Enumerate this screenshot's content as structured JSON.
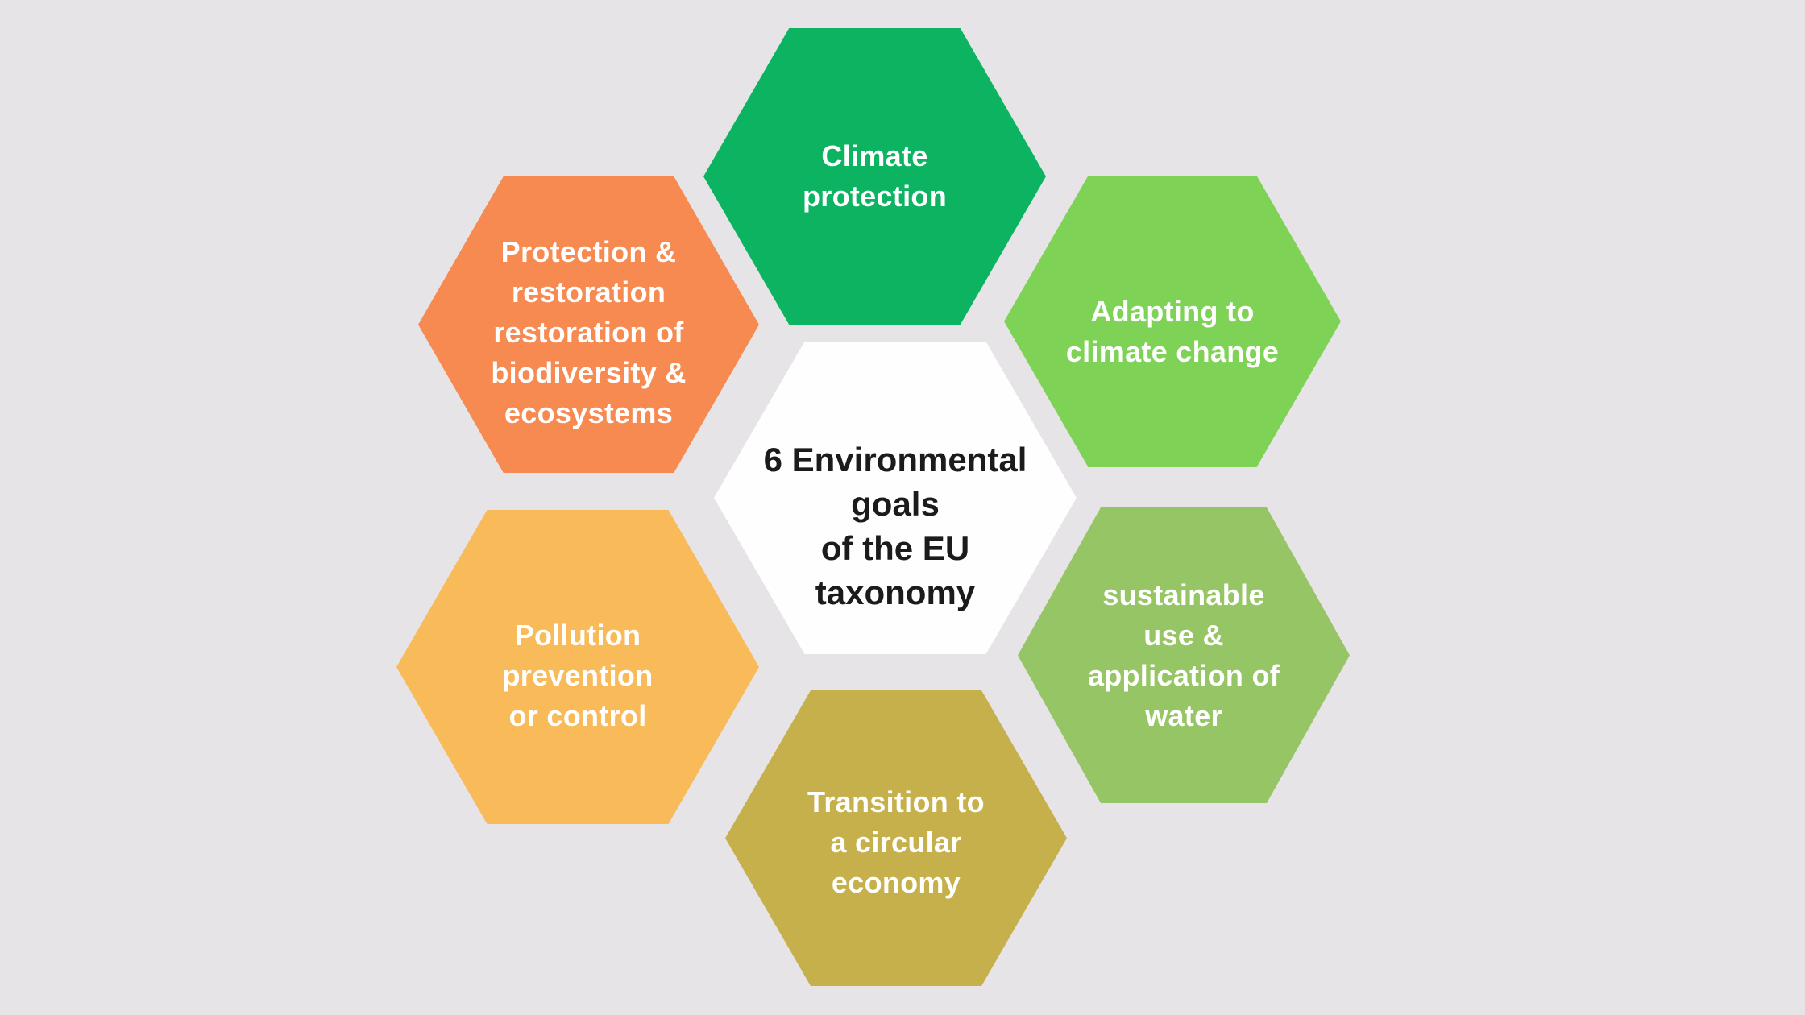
{
  "background_color": "#e6e4e6",
  "center": {
    "bg_color": "#fefefe",
    "text_color": "#1b1b1b",
    "lines": [
      "6 Environmental",
      "goals",
      "of the EU",
      "taxonomy"
    ]
  },
  "goals": [
    {
      "name": "climate-protection",
      "color": "#0cb462",
      "text_color": "#ffffff",
      "lines": [
        "Climate",
        "protection"
      ]
    },
    {
      "name": "adapting-to-climate-change",
      "color": "#7ed256",
      "text_color": "#ffffff",
      "lines": [
        "Adapting to",
        "climate change"
      ]
    },
    {
      "name": "sustainable-use-and-application-of-water",
      "color": "#96c565",
      "text_color": "#ffffff",
      "lines": [
        "sustainable",
        "use &",
        "application of",
        "water"
      ]
    },
    {
      "name": "transition-to-a-circular-economy",
      "color": "#c6b04c",
      "text_color": "#ffffff",
      "lines": [
        "Transition to",
        "a circular",
        "economy"
      ]
    },
    {
      "name": "pollution-prevention-or-control",
      "color": "#f9ba5a",
      "text_color": "#ffffff",
      "lines": [
        "Pollution",
        "prevention",
        "or control"
      ]
    },
    {
      "name": "protection-and-restoration-of-biodiversity-and-ecosystems",
      "color": "#f68a50",
      "text_color": "#ffffff",
      "lines": [
        "Protection &",
        "restoration",
        "restoration of",
        "biodiversity &",
        "ecosystems"
      ]
    }
  ]
}
